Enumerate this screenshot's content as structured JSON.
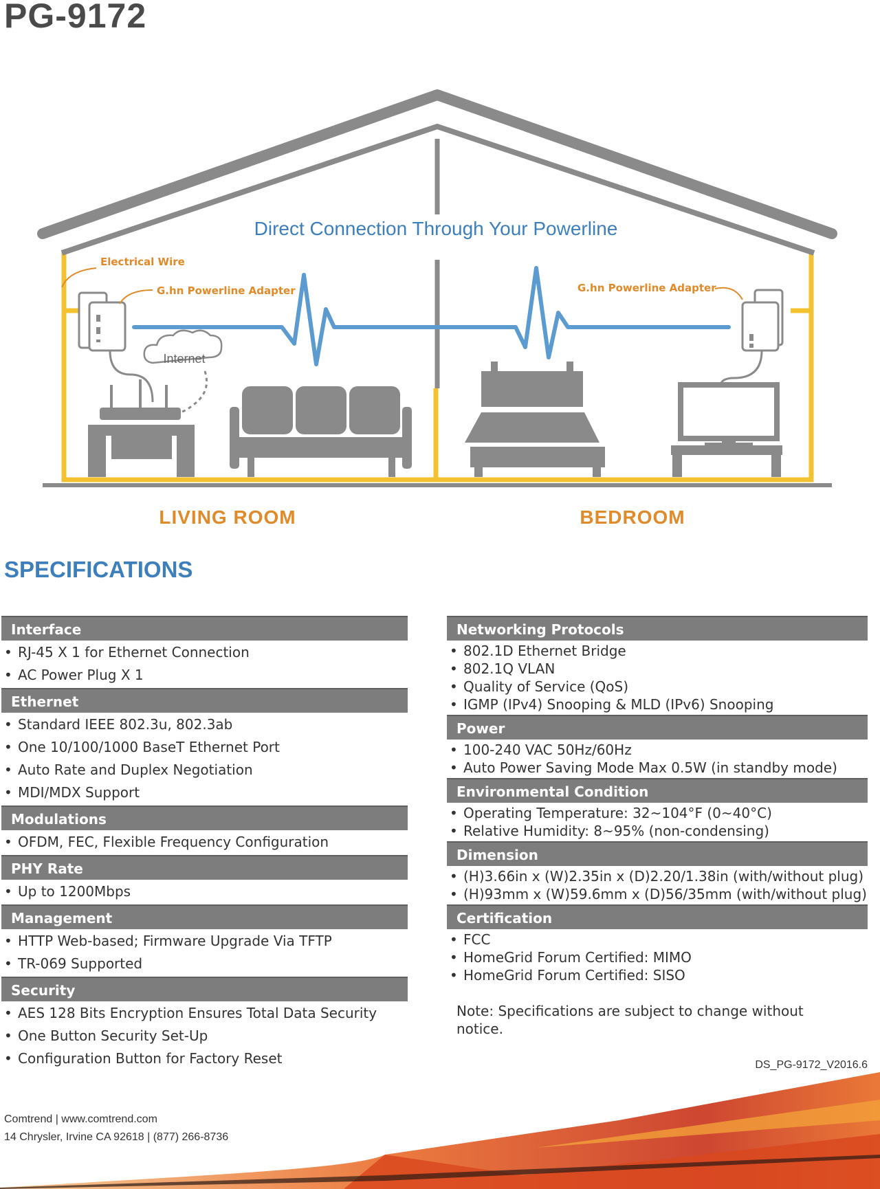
{
  "title": "PG-9172",
  "diagram": {
    "heading": "Direct Connection Through Your Powerline",
    "labels": {
      "electrical_wire": "Electrical Wire",
      "adapter_left": "G.hn Powerline Adapter",
      "adapter_right": "G.hn Powerline Adapter",
      "internet": "Internet"
    },
    "rooms": [
      "LIVING ROOM",
      "BEDROOM"
    ],
    "colors": {
      "wire": "#f2c230",
      "signal": "#5b9bd0",
      "structure": "#8a8a8a",
      "label": "#e08a2a"
    }
  },
  "specifications_title": "SPECIFICATIONS",
  "left_sections": [
    {
      "title": "Interface",
      "items": [
        "RJ-45 X 1 for Ethernet Connection",
        "AC Power Plug X 1"
      ]
    },
    {
      "title": "Ethernet",
      "items": [
        "Standard IEEE 802.3u, 802.3ab",
        "One 10/100/1000 BaseT Ethernet Port",
        "Auto Rate and Duplex Negotiation",
        "MDI/MDX Support"
      ]
    },
    {
      "title": "Modulations",
      "items": [
        "OFDM, FEC, Flexible Frequency Configuration"
      ]
    },
    {
      "title": "PHY Rate",
      "items": [
        "Up to 1200Mbps"
      ]
    },
    {
      "title": "Management",
      "items": [
        "HTTP Web-based; Firmware Upgrade Via TFTP",
        "TR-069 Supported"
      ]
    },
    {
      "title": "Security",
      "items": [
        "AES 128 Bits Encryption Ensures Total Data Security",
        "One Button Security Set-Up",
        "Configuration Button for Factory Reset"
      ]
    }
  ],
  "right_sections": [
    {
      "title": "Networking Protocols",
      "items": [
        "802.1D Ethernet Bridge",
        "802.1Q VLAN",
        "Quality of Service (QoS)",
        "IGMP (IPv4) Snooping & MLD (IPv6) Snooping"
      ]
    },
    {
      "title": "Power",
      "items": [
        "100-240 VAC 50Hz/60Hz",
        "Auto Power Saving Mode Max 0.5W (in standby mode)"
      ]
    },
    {
      "title": "Environmental Condition",
      "items": [
        "Operating Temperature: 32~104°F (0~40°C)",
        "Relative Humidity: 8~95% (non-condensing)"
      ]
    },
    {
      "title": "Dimension",
      "items": [
        "(H)3.66in x (W)2.35in x (D)2.20/1.38in (with/without plug)",
        "(H)93mm x (W)59.6mm x (D)56/35mm (with/without plug)"
      ]
    },
    {
      "title": "Certification",
      "items": [
        "FCC",
        "HomeGrid Forum Certified: MIMO",
        "HomeGrid Forum Certified: SISO"
      ]
    }
  ],
  "note": "Note: Specifications are subject to change without notice.",
  "doc_id": "DS_PG-9172_V2016.6",
  "footer": {
    "line1": "Comtrend | www.comtrend.com",
    "line2": "14 Chrysler, Irvine CA 92618 | (877) 266-8736"
  }
}
